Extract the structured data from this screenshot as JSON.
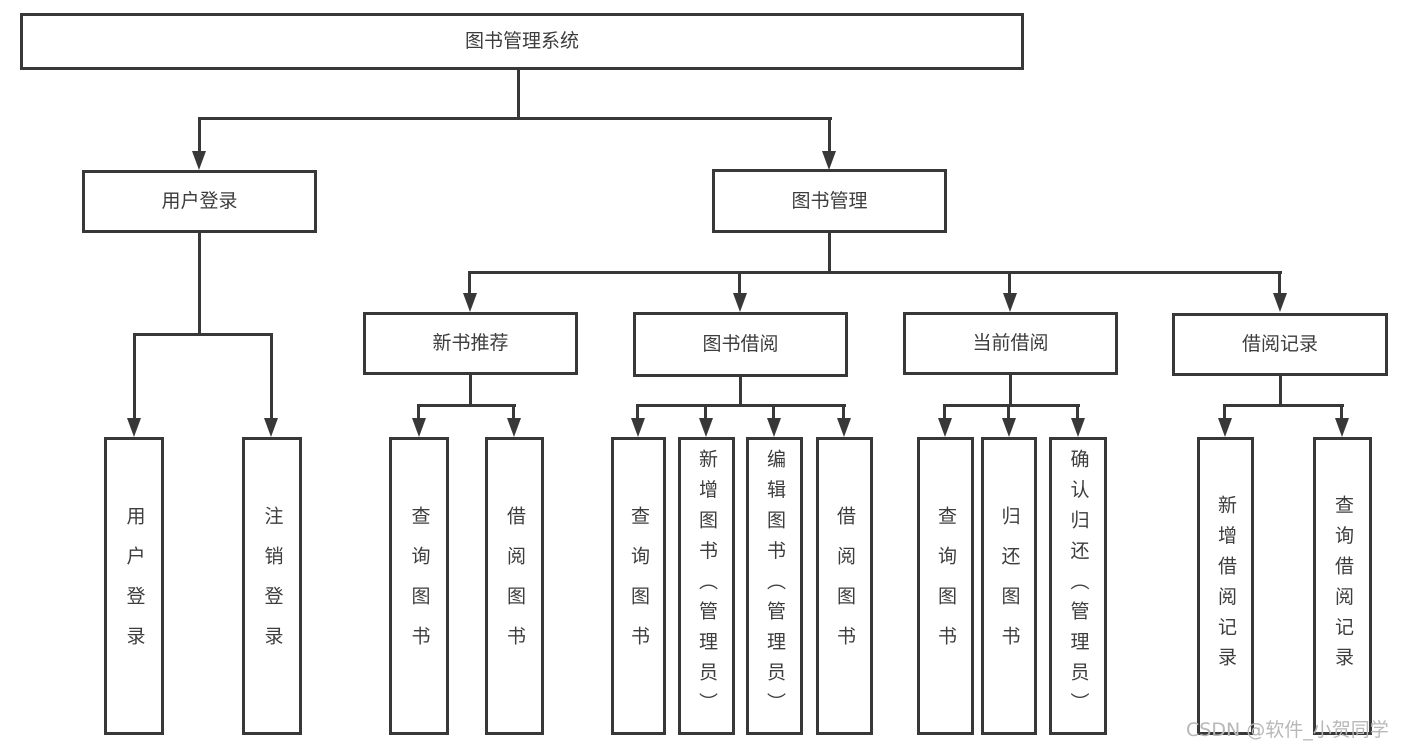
{
  "tree": {
    "label": "图书管理系统",
    "children": [
      {
        "label": "用户登录",
        "children": [
          {
            "label": "用户登录"
          },
          {
            "label": "注销登录"
          }
        ]
      },
      {
        "label": "图书管理",
        "children": [
          {
            "label": "新书推荐",
            "children": [
              {
                "label": "查询图书"
              },
              {
                "label": "借阅图书"
              }
            ]
          },
          {
            "label": "图书借阅",
            "children": [
              {
                "label": "查询图书"
              },
              {
                "label": "新增图书（管理员）"
              },
              {
                "label": "编辑图书（管理员）"
              },
              {
                "label": "借阅图书"
              }
            ]
          },
          {
            "label": "当前借阅",
            "children": [
              {
                "label": "查询图书"
              },
              {
                "label": "归还图书"
              },
              {
                "label": "确认归还（管理员）"
              }
            ]
          },
          {
            "label": "借阅记录",
            "children": [
              {
                "label": "新增借阅记录"
              },
              {
                "label": "查询借阅记录"
              }
            ]
          }
        ]
      }
    ]
  },
  "watermark": {
    "text": "CSDN @软件_小贺同学"
  },
  "colors": {
    "line": "#383838",
    "box_border": "#383838",
    "text": "#3d3d3d",
    "watermark": "#b8b8b8",
    "background": "#ffffff"
  }
}
